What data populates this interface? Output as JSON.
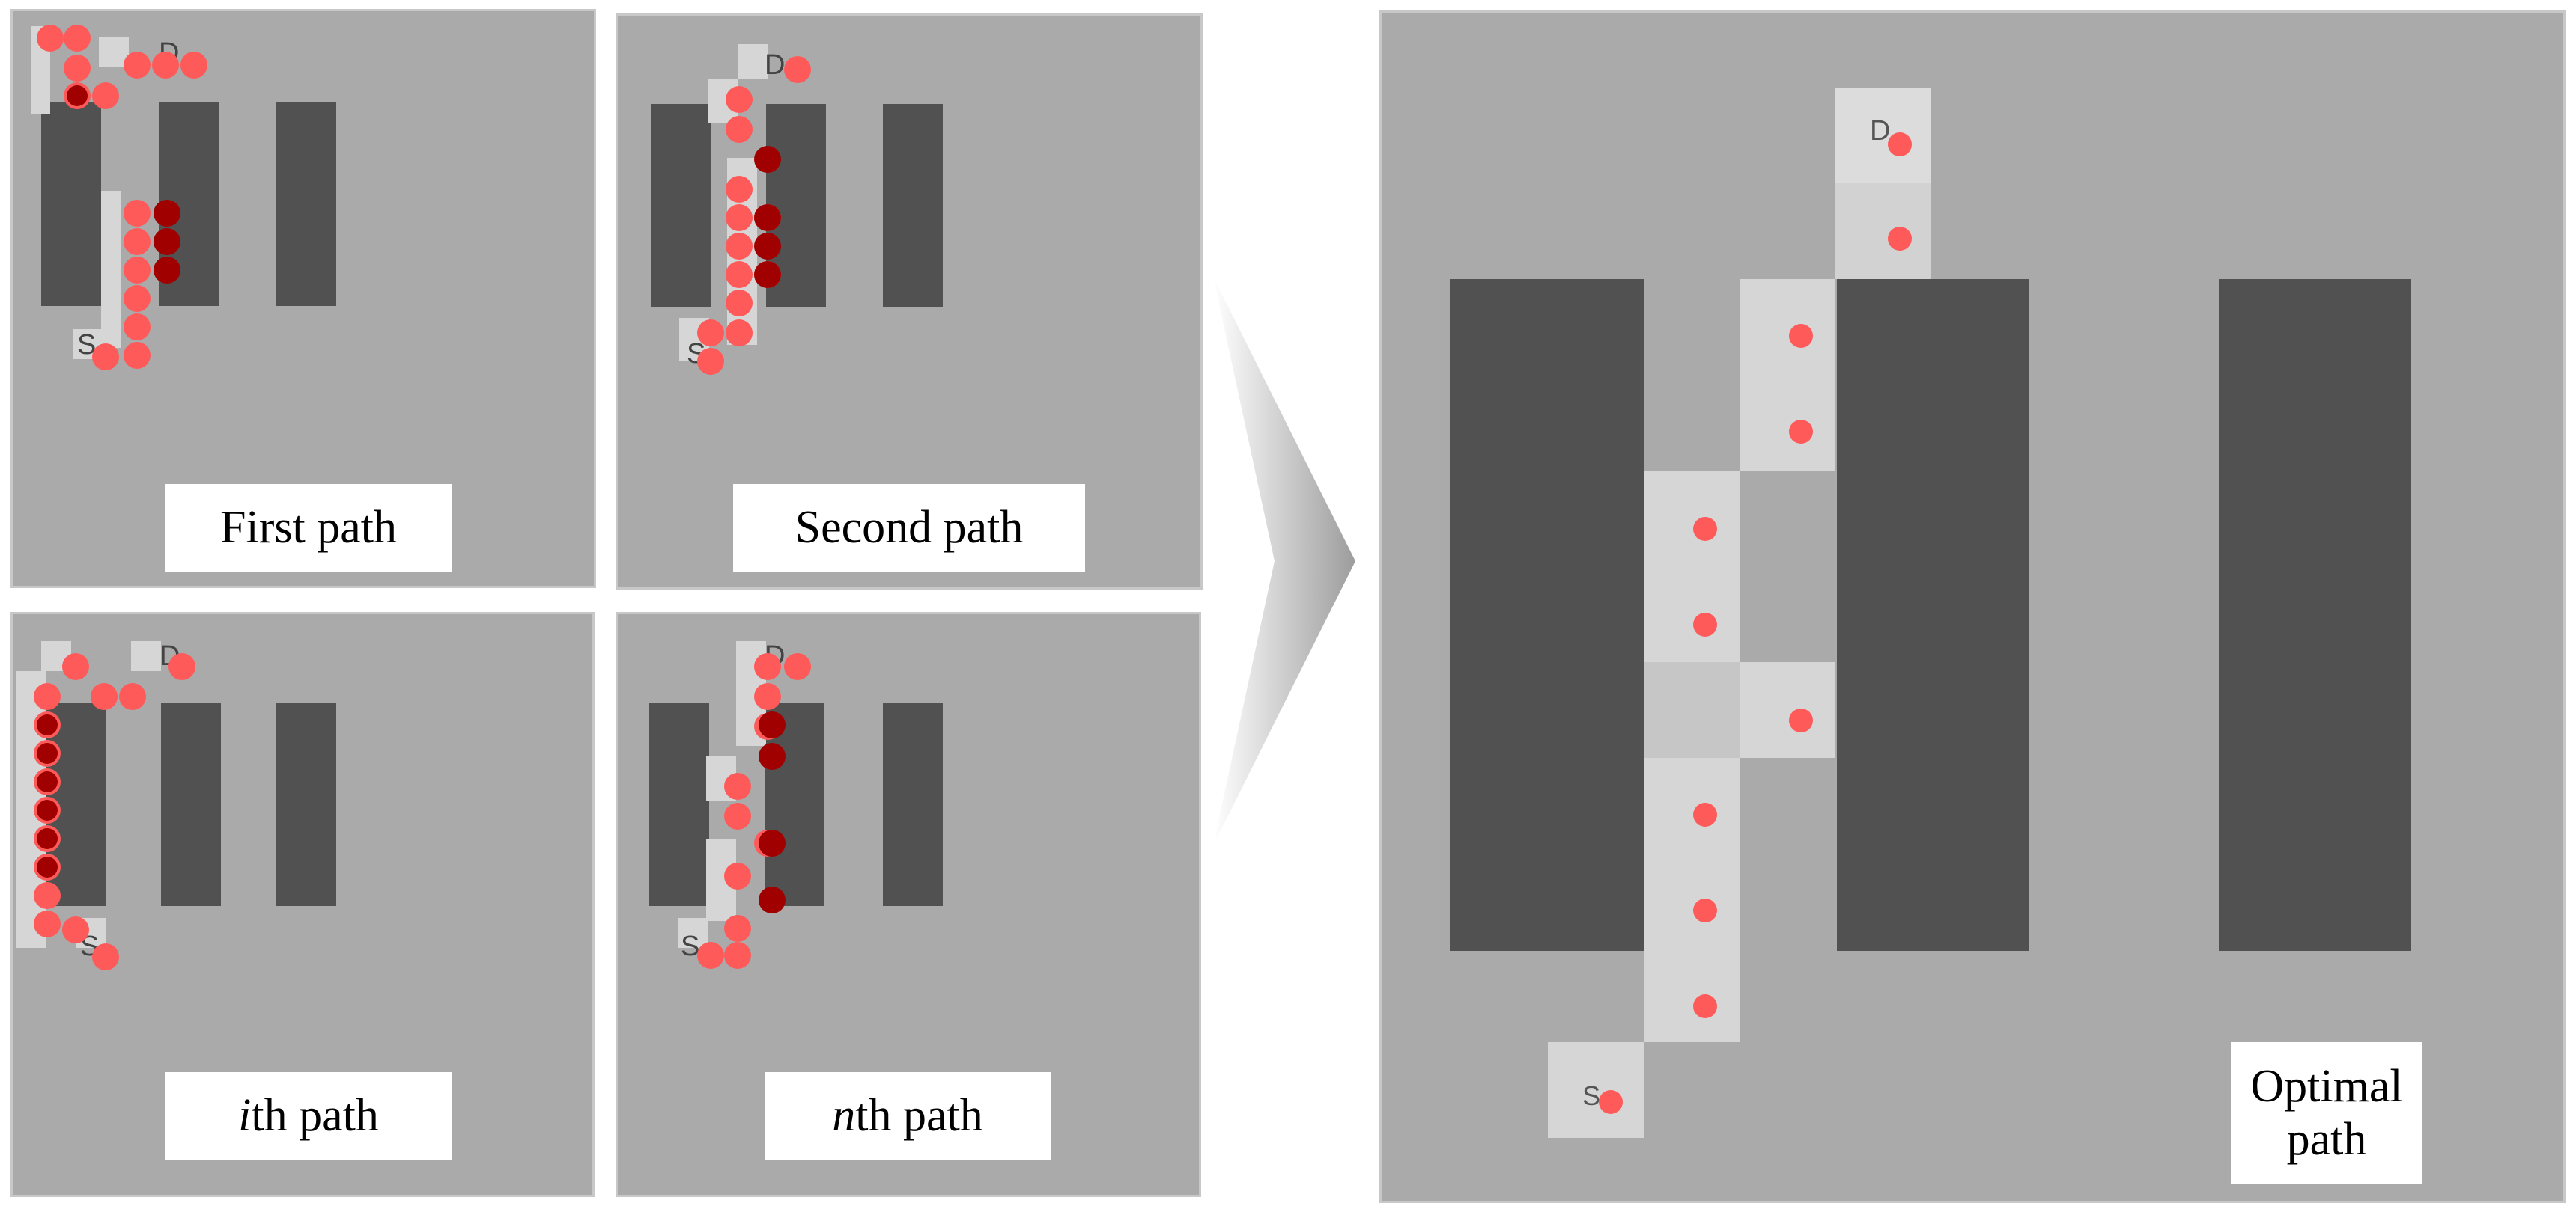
{
  "colors": {
    "background": "#aaaaaa",
    "obstacle": "#515151",
    "path_cell": "#d6d6d6",
    "point": "#ff5a5a",
    "point_dark": "#a00000",
    "caption_bg": "#ffffff"
  },
  "icons": {
    "arrow": "right-chevron-arrow-icon"
  },
  "start_marker": "S",
  "destination_marker": "D",
  "panels": {
    "first": {
      "caption": "First path"
    },
    "second": {
      "caption": "Second path"
    },
    "ith": {
      "caption_italic": "i",
      "caption_rest": "th path"
    },
    "nth": {
      "caption_italic": "n",
      "caption_rest": "th path"
    },
    "optimal": {
      "caption_line1": "Optimal",
      "caption_line2": "path"
    }
  }
}
